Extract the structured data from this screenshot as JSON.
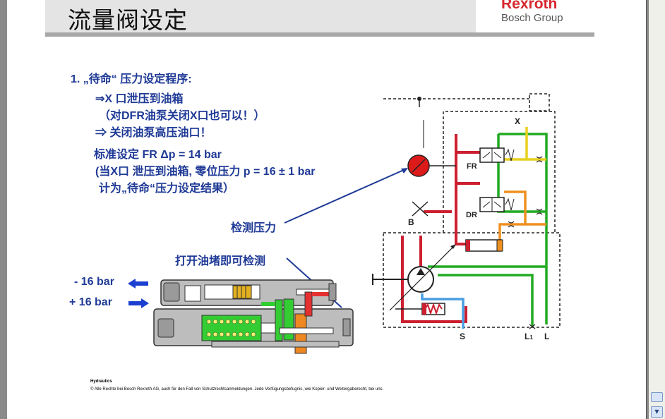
{
  "title": "流量阀设定",
  "logo": {
    "brand": "Rexroth",
    "group": "Bosch Group"
  },
  "body": {
    "line1": "1. „待命“ 压力设定程序:",
    "line2": "⇒X 口泄压到油箱",
    "line3": "（对DFR油泵关闭X口也可以！）",
    "line4": "⇒ 关闭油泵高压油口！",
    "line5": "标准设定 FR Δp = 14 bar",
    "line6": "(当X口 泄压到油箱, 零位压力 p = 16 ± 1 bar",
    "line7": "计为„待命“压力设定结果）"
  },
  "callouts": {
    "measure": "检测压力",
    "open_plug": "打开油堵即可检测"
  },
  "pressure": {
    "minus": "- 16 bar",
    "plus": "+ 16 bar"
  },
  "ports": {
    "X": "X",
    "FR": "FR",
    "DR": "DR",
    "B": "B",
    "S": "S",
    "L1": "L",
    "L1_sub": "1",
    "L": "L"
  },
  "footer": {
    "line1": "Hydraulics",
    "line2": "© Alle Rechte bei Bosch Rexroth AG, auch für den Fall von Schutzrechtsanmeldungen. Jede Verfügungsbefugnis, wie Kopier- und Weitergaberecht, bei uns."
  },
  "colors": {
    "text_blue": "#1f3a96",
    "brand_red": "#d7262d",
    "arrow_blue": "#1b3fd0"
  }
}
